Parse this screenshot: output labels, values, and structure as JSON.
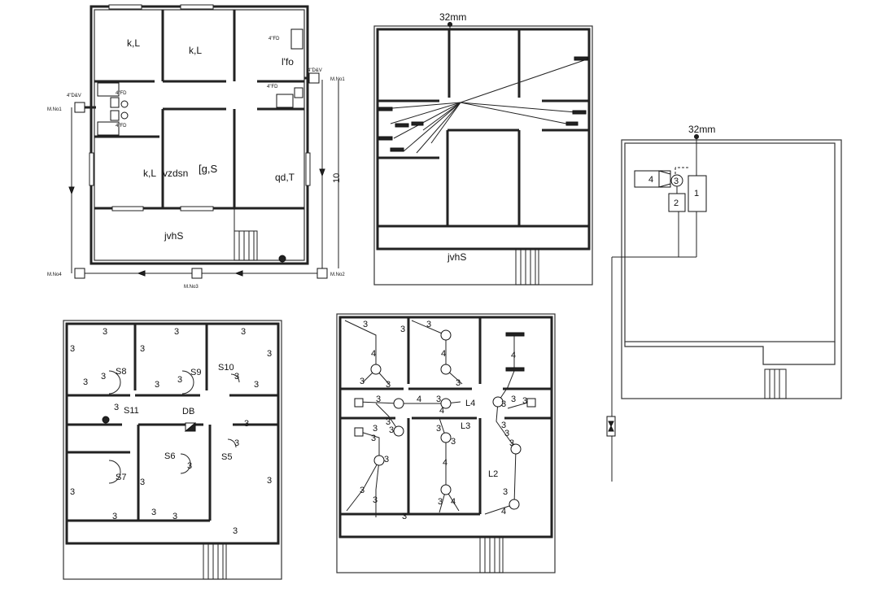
{
  "plan1": {
    "rooms": {
      "bed1": "k,L",
      "bed2": "k,L",
      "bath": "l'fo",
      "bed3": "k,L",
      "hall": "vzdsn",
      "living": "[g,S",
      "kitchen": "qd,T",
      "veranda": "jvhS"
    },
    "manholes": {
      "m1_left": "M.No1",
      "m1_right": "M.No1",
      "m2": "M.No2",
      "m3": "M.No3",
      "m4": "M.No4"
    },
    "tags": {
      "dv_left": "4\"D&V",
      "dv_right": "4\"D&V",
      "fd1": "4\"FD",
      "fd2": "4\"FD",
      "fd3": "4\"FD",
      "fd4": "4\"FD",
      "dim_right": "10"
    }
  },
  "plan2": {
    "pipe_label": "32mm",
    "veranda": "jvhS"
  },
  "tank_diagram": {
    "pipe_label": "32mm",
    "box1": "1",
    "box2": "2",
    "box3": "3",
    "box4": "4"
  },
  "plan3": {
    "switches": [
      "S8",
      "S9",
      "S10",
      "S11",
      "DB",
      "S6",
      "S5",
      "S7"
    ]
  },
  "plan4": {
    "lights": [
      "L4",
      "L3",
      "L2"
    ]
  }
}
